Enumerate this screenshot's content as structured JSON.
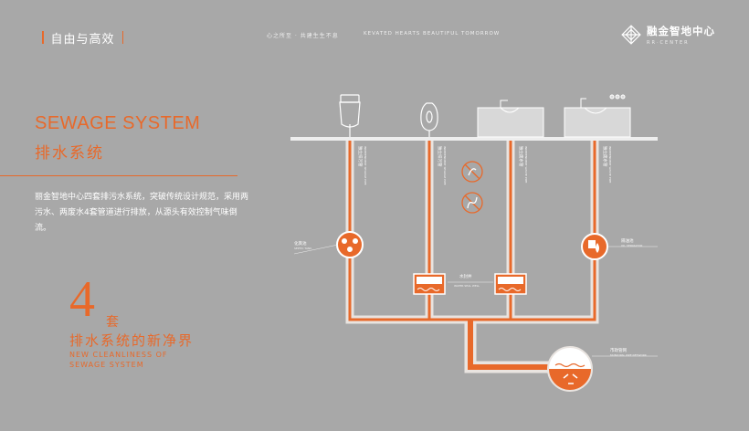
{
  "header": {
    "tag": "自由与高效",
    "slogan_cn": "心之所至 · 共建生生不息",
    "slogan_en": "KEVATED HEARTS BEAUTIFUL TOMORROW",
    "logo_cn": "融金智地中心",
    "logo_en": "RR·CENTER"
  },
  "main": {
    "title_en": "SEWAGE SYSTEM",
    "title_cn": "排水系统",
    "description": "丽金智地中心四套排污水系统，突破传统设计规范，采用两污水、两废水4套管道进行排放，从源头有效控制气味倒流。",
    "big_number": "4",
    "big_unit": "套",
    "subtitle_cn": "排水系统的新净界",
    "subtitle_en_line1": "NEW CLEANLINESS OF",
    "subtitle_en_line2": "SEWAGE SYSTEM"
  },
  "diagram": {
    "pipe_labels": [
      {
        "cn": "独立排污管",
        "en": "INDEPENDENT SEWAGE PIPE"
      },
      {
        "cn": "独立排污管",
        "en": "INDEPENDENT SEWAGE PIPE"
      },
      {
        "cn": "独立废水管",
        "en": "INDEPENDENT WASTE PIPE"
      },
      {
        "cn": "独立废水管",
        "en": "INDEPENDENT WASTE PIPE"
      }
    ],
    "septic_tank": {
      "cn": "化粪池",
      "en": "SEPTIC TANK"
    },
    "oil_separator": {
      "cn": "隔油池",
      "en": "OIL SEPARATOR"
    },
    "water_seal": {
      "cn": "水封井",
      "en": "WATER SEAL WELL"
    },
    "municipal": {
      "cn": "市政管网",
      "en": "MUNICIPAL PIPE NETWORK"
    }
  },
  "colors": {
    "background": "#a8a8a8",
    "accent": "#e8692a",
    "pipe_light": "#e9e4e0",
    "white": "#ffffff"
  }
}
